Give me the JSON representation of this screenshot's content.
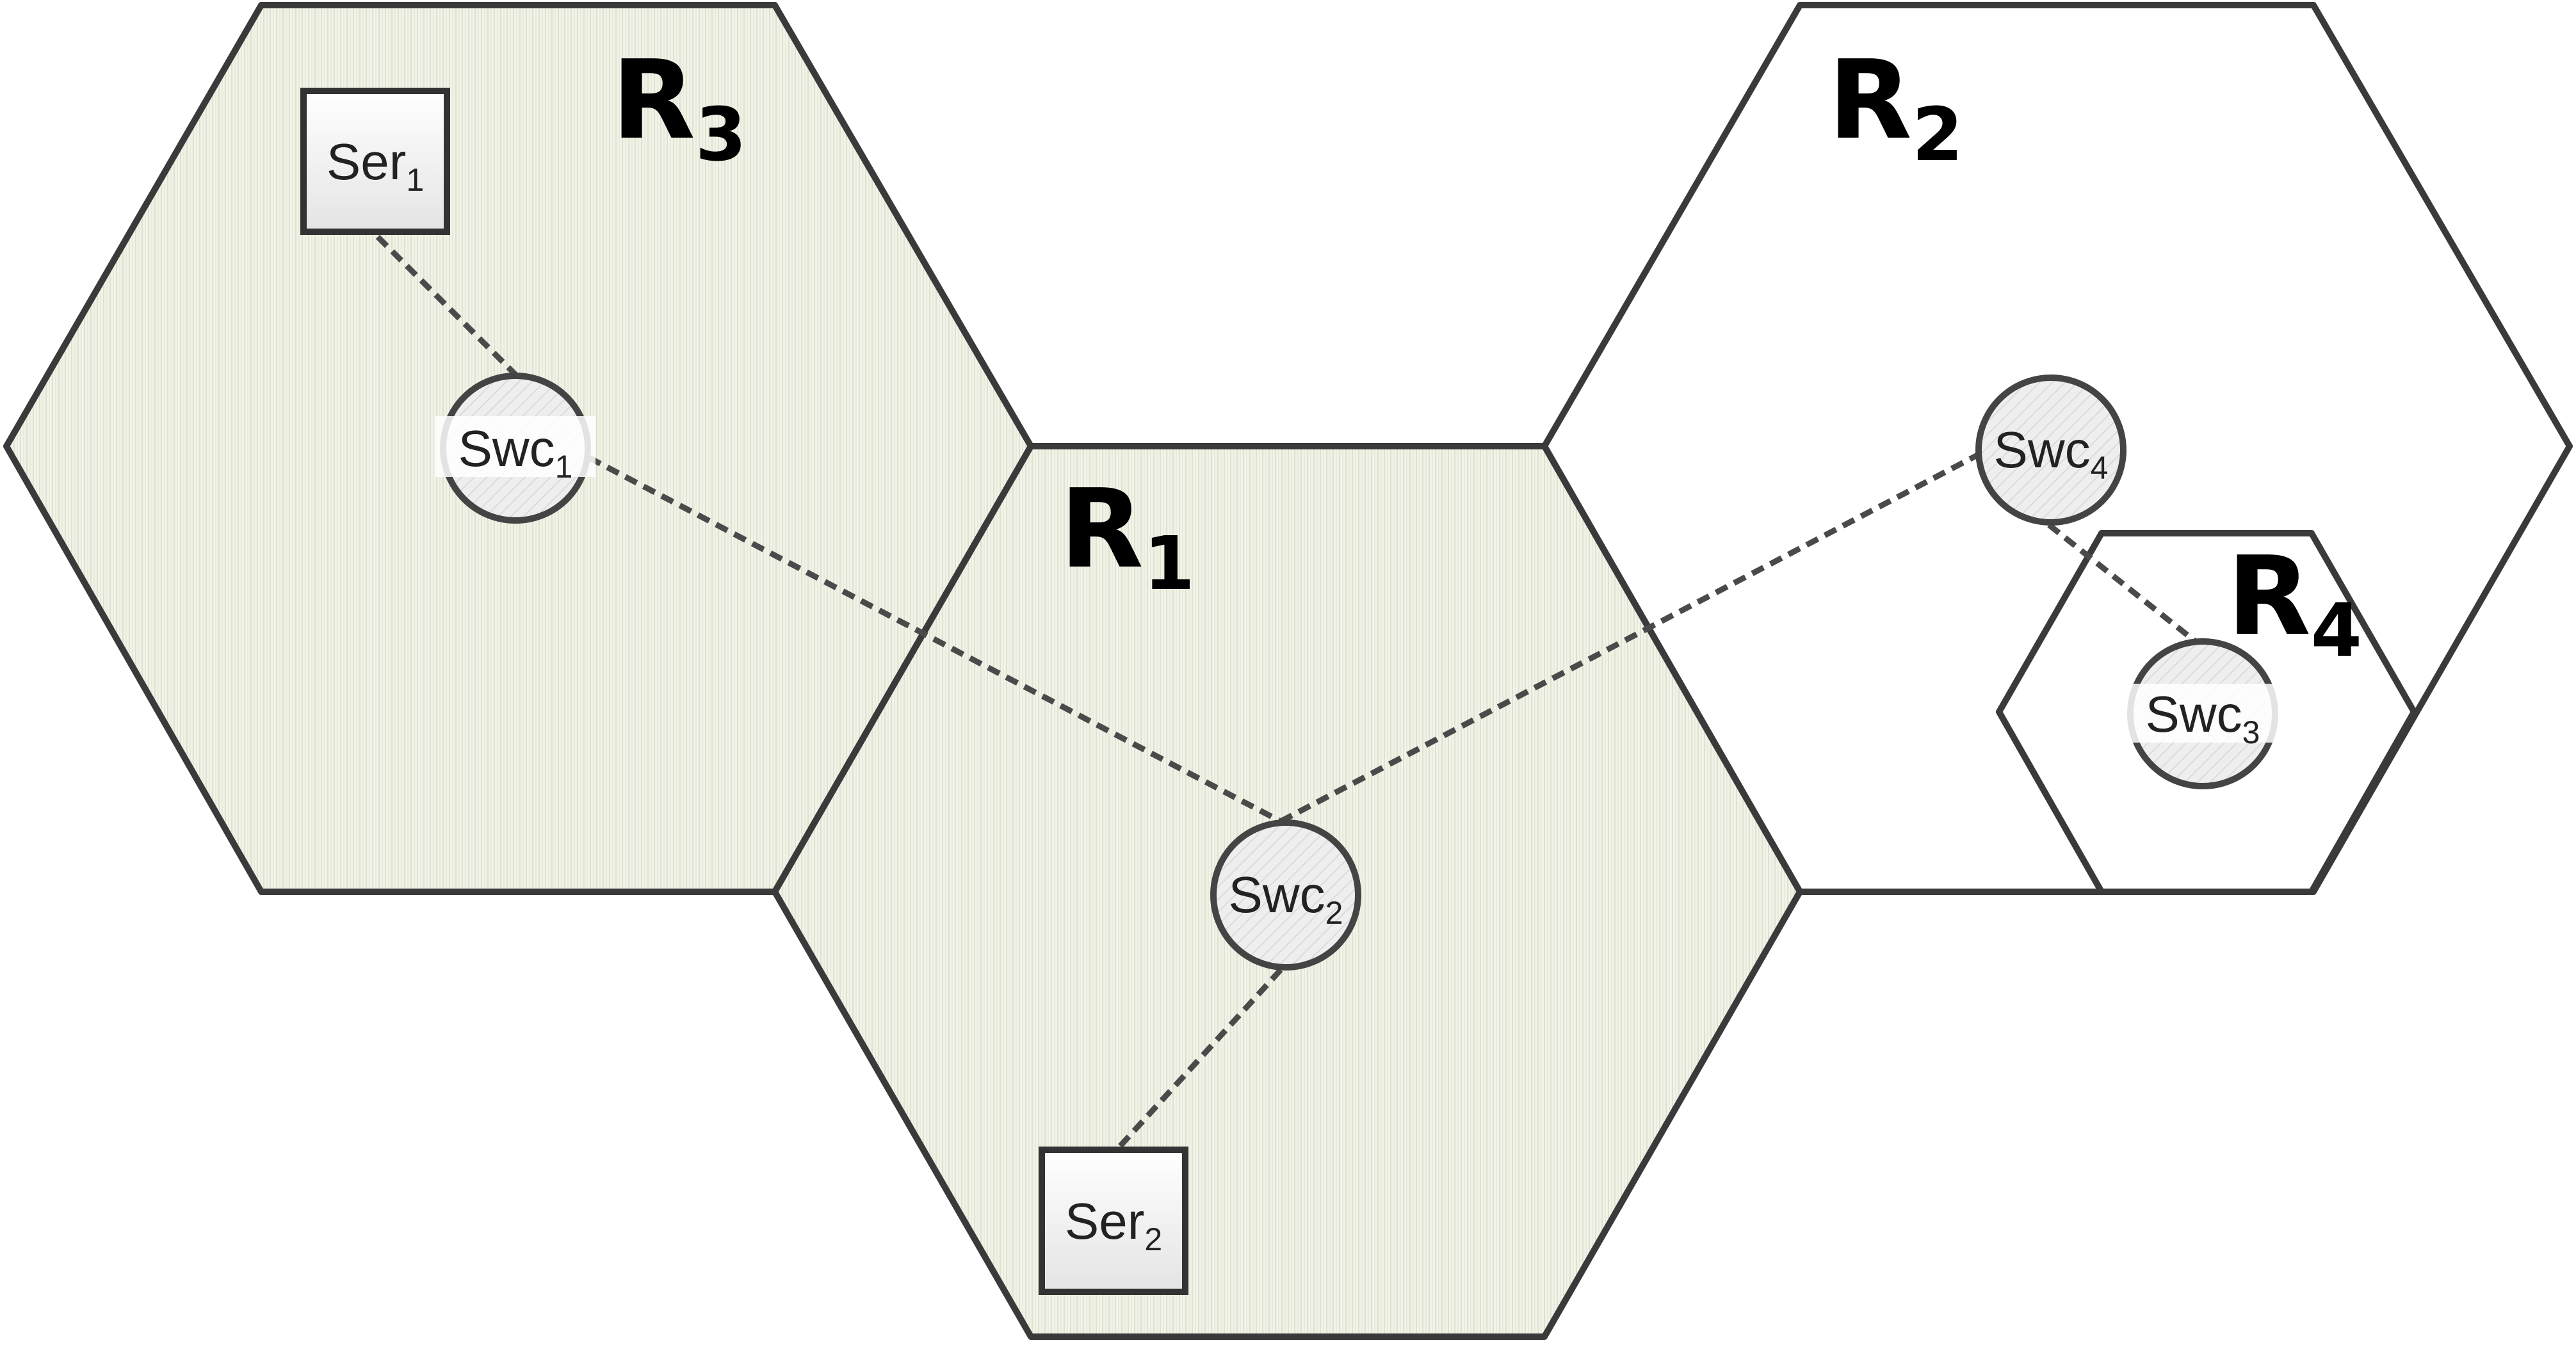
{
  "regions": {
    "r1": {
      "letter": "R",
      "index": "1"
    },
    "r2": {
      "letter": "R",
      "index": "2"
    },
    "r3": {
      "letter": "R",
      "index": "3"
    },
    "r4": {
      "letter": "R",
      "index": "4"
    }
  },
  "nodes": {
    "swc1": {
      "name": "Swc",
      "index": "1"
    },
    "swc2": {
      "name": "Swc",
      "index": "2"
    },
    "swc3": {
      "name": "Swc",
      "index": "3"
    },
    "swc4": {
      "name": "Swc",
      "index": "4"
    },
    "ser1": {
      "name": "Ser",
      "index": "1"
    },
    "ser2": {
      "name": "Ser",
      "index": "2"
    }
  },
  "links": [
    {
      "from": "ser1",
      "to": "swc1"
    },
    {
      "from": "swc1",
      "to": "swc2"
    },
    {
      "from": "swc2",
      "to": "swc4"
    },
    {
      "from": "swc4",
      "to": "swc3"
    },
    {
      "from": "swc2",
      "to": "ser2"
    }
  ],
  "colors": {
    "shaded_region": "#eef0e2",
    "stroke": "#3a3a3a",
    "node_fill": "#ebebeb"
  }
}
